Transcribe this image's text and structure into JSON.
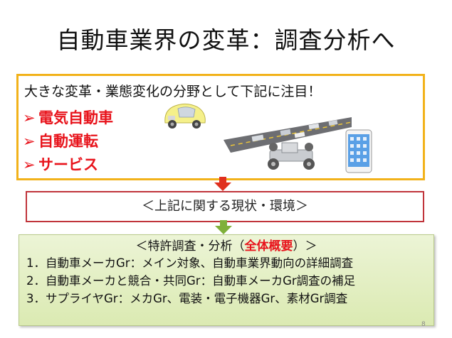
{
  "title": "自動車業界の変革：調査分析へ",
  "focus": {
    "intro": "大きな変革・業態変化の分野として下記に注目！",
    "items": [
      {
        "arrow": "➢",
        "label": "電気自動車"
      },
      {
        "arrow": "➢",
        "label": "自動運転"
      },
      {
        "arrow": "➢",
        "label": "サービス"
      }
    ]
  },
  "status": {
    "label": "＜上記に関する現状・環境＞"
  },
  "analysis": {
    "title_open": "＜特許調査・分析（",
    "title_highlight": "全体概要",
    "title_close": "）＞",
    "lines": [
      "1．自動車メーカGr：メイン対象、自動車業界動向の詳細調査",
      "2．自動車メーカと競合・共同Gr：自動車メーカGr調査の補足",
      "3．サプライヤGr：メカGr、電装・電子機器Gr、素材Gr調査"
    ]
  },
  "page_number": "8",
  "colors": {
    "accent_red": "#e8141c",
    "focus_border": "#f2b21a",
    "status_border": "#c0343b",
    "analysis_fill": "#dbeab2",
    "arrow_red": "#e0301e",
    "arrow_green": "#7fb03a"
  }
}
